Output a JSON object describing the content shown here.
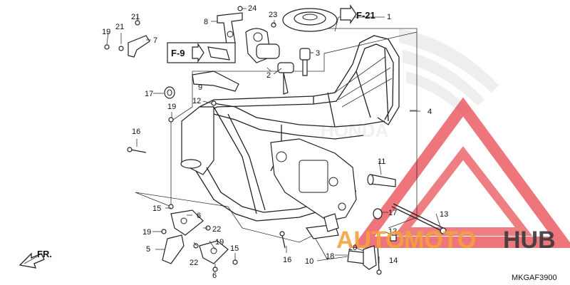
{
  "diagram": {
    "code": "MKGAF3900",
    "direction_label": "FR.",
    "references": [
      {
        "id": "ref-f21",
        "text": "F-21"
      },
      {
        "id": "ref-f9",
        "text": "F-9"
      }
    ],
    "callouts": [
      {
        "id": "c1",
        "text": "1"
      },
      {
        "id": "c2",
        "text": "2"
      },
      {
        "id": "c3",
        "text": "3"
      },
      {
        "id": "c4",
        "text": "4"
      },
      {
        "id": "c5",
        "text": "5"
      },
      {
        "id": "c6a",
        "text": "6"
      },
      {
        "id": "c6b",
        "text": "6"
      },
      {
        "id": "c7",
        "text": "7"
      },
      {
        "id": "c8",
        "text": "8"
      },
      {
        "id": "c9",
        "text": "9"
      },
      {
        "id": "c10",
        "text": "10"
      },
      {
        "id": "c11",
        "text": "11"
      },
      {
        "id": "c12",
        "text": "12"
      },
      {
        "id": "c13a",
        "text": "13"
      },
      {
        "id": "c13b",
        "text": "13"
      },
      {
        "id": "c14",
        "text": "14"
      },
      {
        "id": "c15a",
        "text": "15"
      },
      {
        "id": "c15b",
        "text": "15"
      },
      {
        "id": "c16a",
        "text": "16"
      },
      {
        "id": "c16b",
        "text": "16"
      },
      {
        "id": "c17a",
        "text": "17"
      },
      {
        "id": "c17b",
        "text": "17"
      },
      {
        "id": "c18",
        "text": "18"
      },
      {
        "id": "c19a",
        "text": "19"
      },
      {
        "id": "c19b",
        "text": "19"
      },
      {
        "id": "c19c",
        "text": "19"
      },
      {
        "id": "c19d",
        "text": "19"
      },
      {
        "id": "c20",
        "text": "20"
      },
      {
        "id": "c21a",
        "text": "21"
      },
      {
        "id": "c21b",
        "text": "21"
      },
      {
        "id": "c22a",
        "text": "22"
      },
      {
        "id": "c22b",
        "text": "22"
      },
      {
        "id": "c23",
        "text": "23"
      },
      {
        "id": "c24",
        "text": "24"
      }
    ]
  },
  "watermark": {
    "text_auto": "AUTO",
    "text_moto": "MOTO",
    "text_hub": "HUB",
    "brand_ghost": "HONDA"
  },
  "colors": {
    "watermark_red": "#e8474f",
    "watermark_orange": "#f4a23c",
    "watermark_dark": "#3a3a3a",
    "ink": "#222222"
  }
}
